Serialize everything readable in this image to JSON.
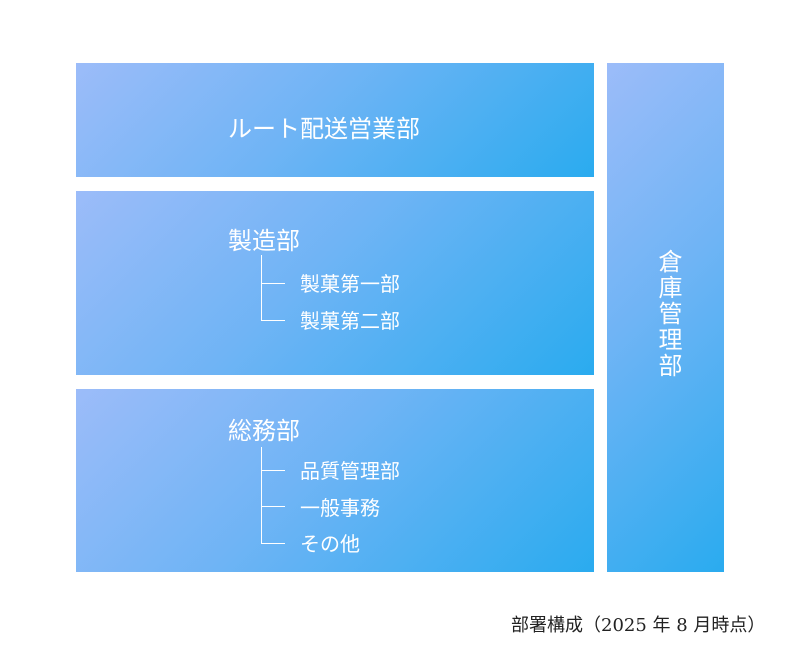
{
  "departments": {
    "route": {
      "title": "ルート配送営業部"
    },
    "manufacturing": {
      "title": "製造部",
      "children": [
        "製菓第一部",
        "製菓第二部"
      ]
    },
    "general": {
      "title": "総務部",
      "children": [
        "品質管理部",
        "一般事務",
        "その他"
      ]
    },
    "warehouse": {
      "title": "倉庫管理部"
    }
  },
  "caption": "部署構成（2025 年 8 月時点）",
  "colors": {
    "gradient_start": "#9cbcf9",
    "gradient_end": "#2aabef"
  }
}
